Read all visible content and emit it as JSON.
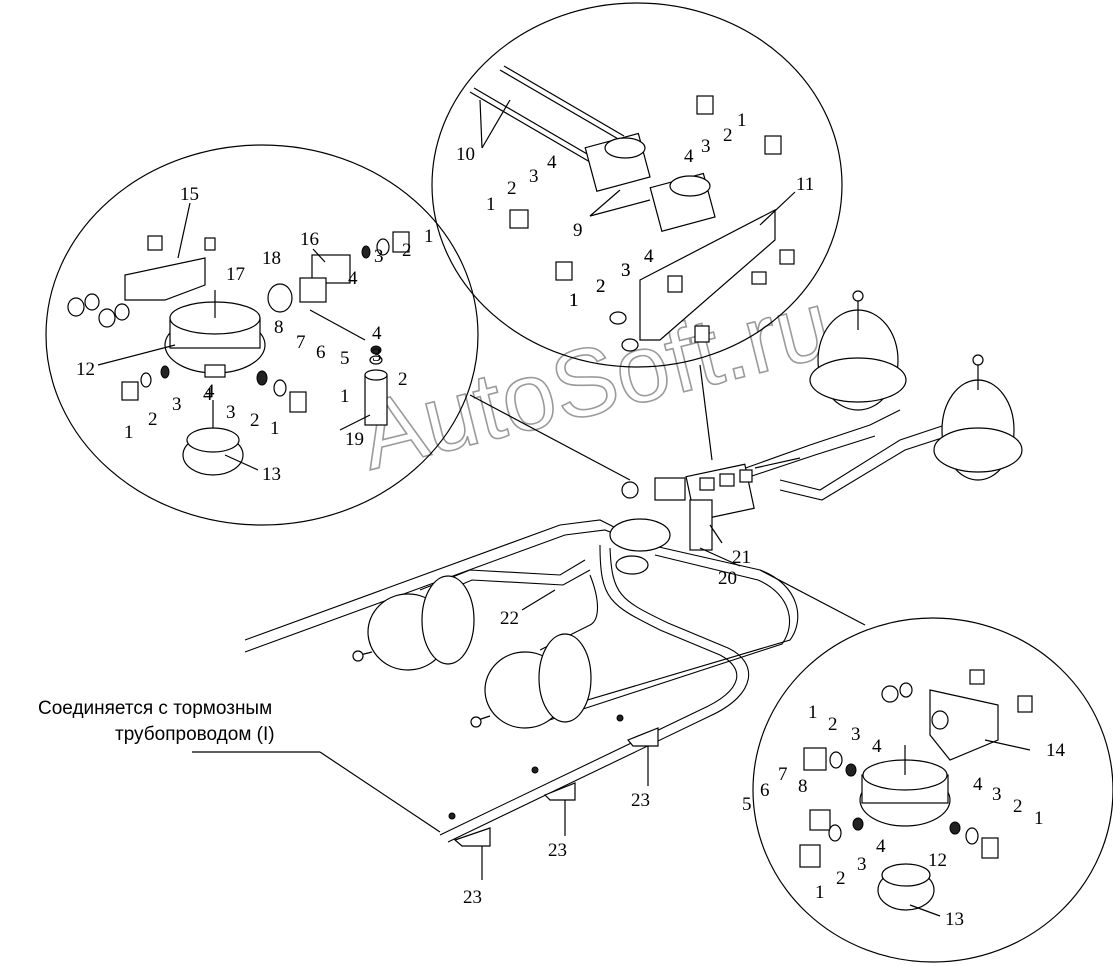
{
  "watermark": "AutoSoft.ru",
  "caption": {
    "line1": "Соединяется с тормозным",
    "line2": "трубопроводом (I)"
  },
  "callouts": {
    "left": [
      "15",
      "16",
      "18",
      "17",
      "1",
      "2",
      "3",
      "4",
      "8",
      "7",
      "6",
      "5",
      "4",
      "3",
      "2",
      "1",
      "12",
      "4",
      "3",
      "2",
      "1",
      "19",
      "1",
      "2",
      "3",
      "4",
      "13"
    ],
    "top": [
      "10",
      "1",
      "2",
      "3",
      "4",
      "11",
      "4",
      "3",
      "2",
      "1",
      "1",
      "2",
      "3",
      "4",
      "9",
      "4",
      "3",
      "2",
      "1"
    ],
    "center": [
      "21",
      "20",
      "22",
      "23",
      "23",
      "23"
    ],
    "right": [
      "1",
      "2",
      "3",
      "4",
      "14",
      "8",
      "7",
      "6",
      "5",
      "4",
      "4",
      "3",
      "2",
      "1",
      "3",
      "2",
      "1",
      "12",
      "13"
    ]
  }
}
